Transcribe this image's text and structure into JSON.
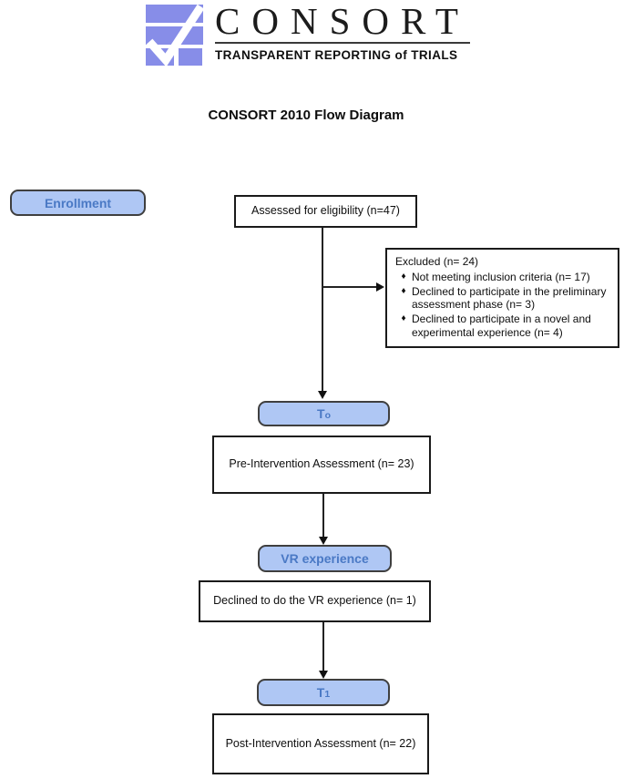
{
  "logo": {
    "name": "CONSORT",
    "tagline": "TRANSPARENT REPORTING of TRIALS",
    "icon": "checkmark-logo",
    "brand_color": "#878DE8"
  },
  "title": "CONSORT 2010 Flow Diagram",
  "colors": {
    "stage_fill": "#AFC7F4",
    "stage_text": "#4A79C5",
    "box_border": "#1A1A1A",
    "arrow": "#111111"
  },
  "diagram": {
    "enrollment_label": "Enrollment",
    "assessed": "Assessed for eligibility (n=47)",
    "excluded": {
      "title": "Excluded (n= 24)",
      "bullet": "♦",
      "items": [
        "Not meeting inclusion criteria (n= 17)",
        "Declined to participate in the preliminary assessment phase (n= 3)",
        "Declined to participate in a novel and experimental experience (n= 4)"
      ]
    },
    "t0": {
      "base": "T",
      "sub": "o"
    },
    "pre_assessment": "Pre-Intervention Assessment (n= 23)",
    "vr_label": "VR experience",
    "declined_vr": "Declined to do the VR experience (n= 1)",
    "t1": {
      "base": "T",
      "sub": "1"
    },
    "post_assessment": "Post-Intervention Assessment (n= 22)"
  }
}
